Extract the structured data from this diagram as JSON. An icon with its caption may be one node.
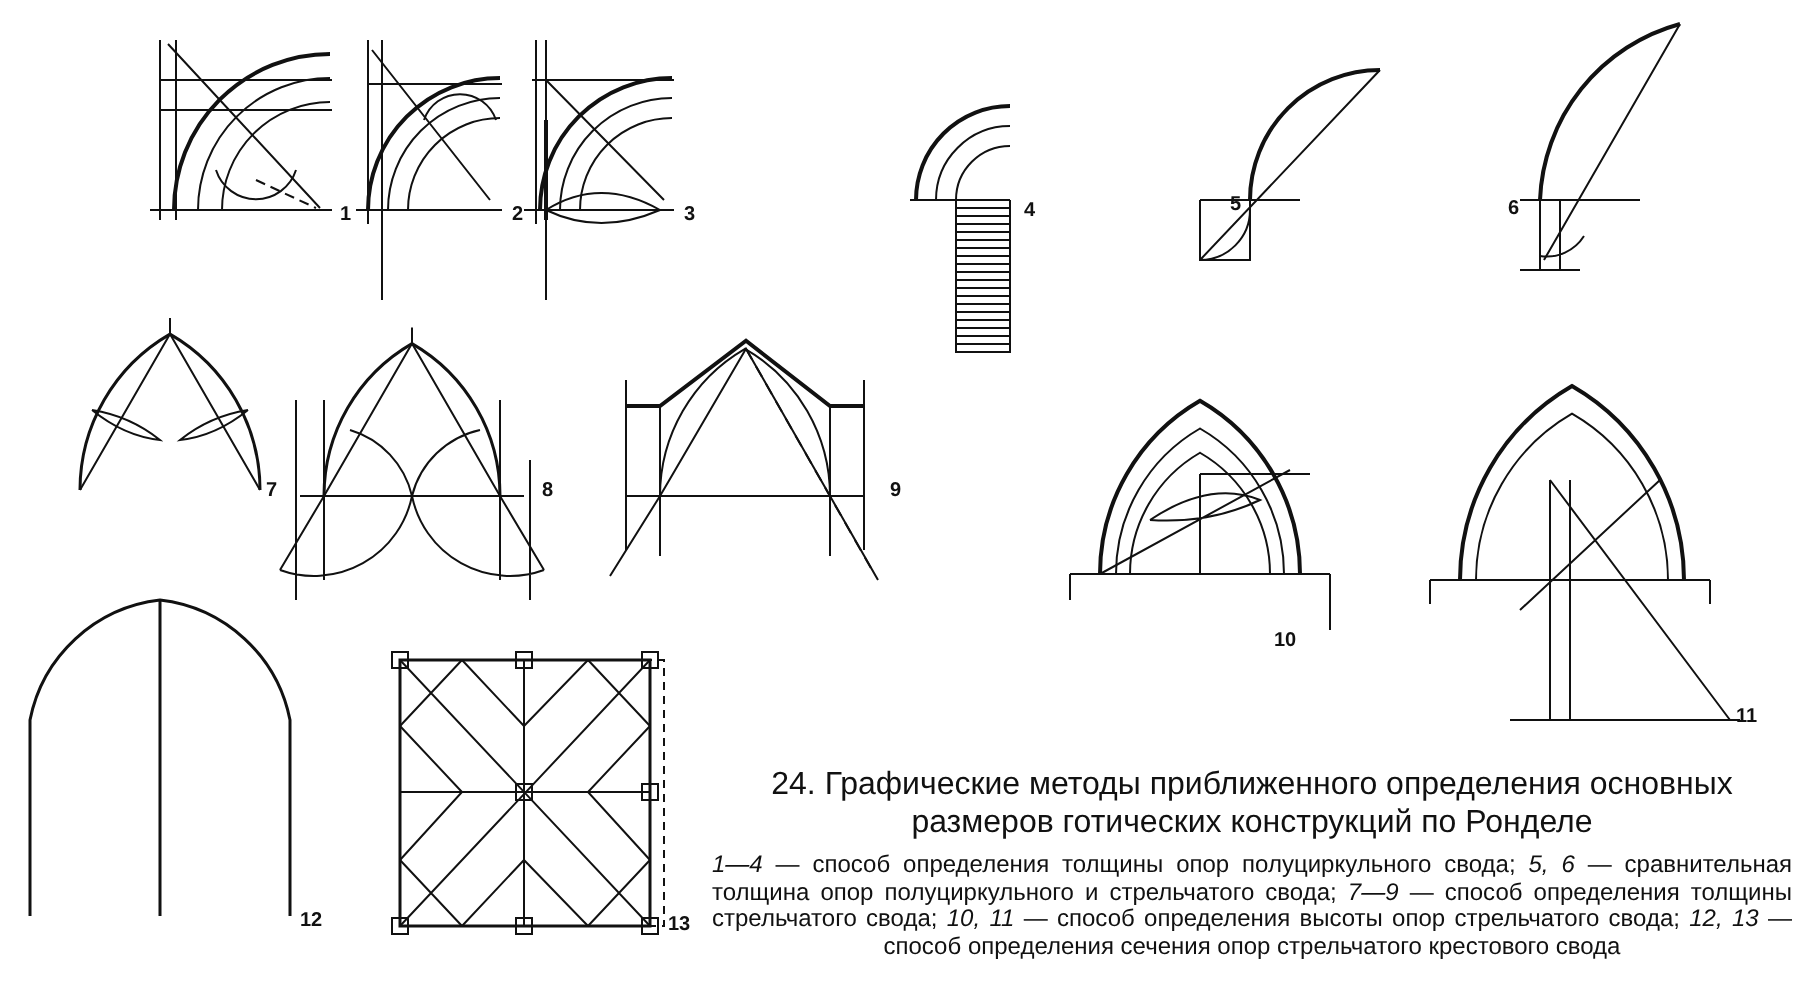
{
  "diagram": {
    "title": "24. Графические методы приближенного определения основных размеров готических конструкций по Ронделе",
    "caption": "*1—4* — способ определения толщины опор полуциркульного свода; *5, 6* — сравнительная толщина опор полуциркульного и стрельчатого свода; *7—9* — способ определения толщины стрельчатого свода; *10, 11* — способ определения высоты опор стрельчатого свода; *12, 13* — способ определения сечения опор стрельчатого крестового свода",
    "labels": [
      "1",
      "2",
      "3",
      "4",
      "5",
      "6",
      "7",
      "8",
      "9",
      "10",
      "11",
      "12",
      "13"
    ]
  }
}
